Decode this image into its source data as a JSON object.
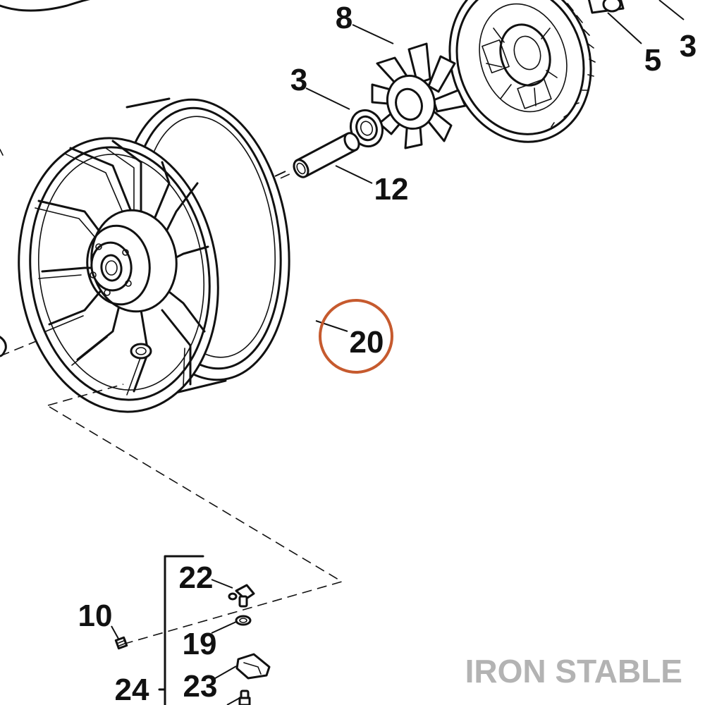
{
  "labels": {
    "p8": "8",
    "p3a": "3",
    "p5": "5",
    "p3b": "3",
    "p12": "12",
    "p20": "20",
    "p22": "22",
    "p10": "10",
    "p19": "19",
    "p24": "24",
    "p23": "23"
  },
  "highlight": {
    "part": "20",
    "color": "#c65a2e"
  },
  "watermark": "IRON STABLE"
}
